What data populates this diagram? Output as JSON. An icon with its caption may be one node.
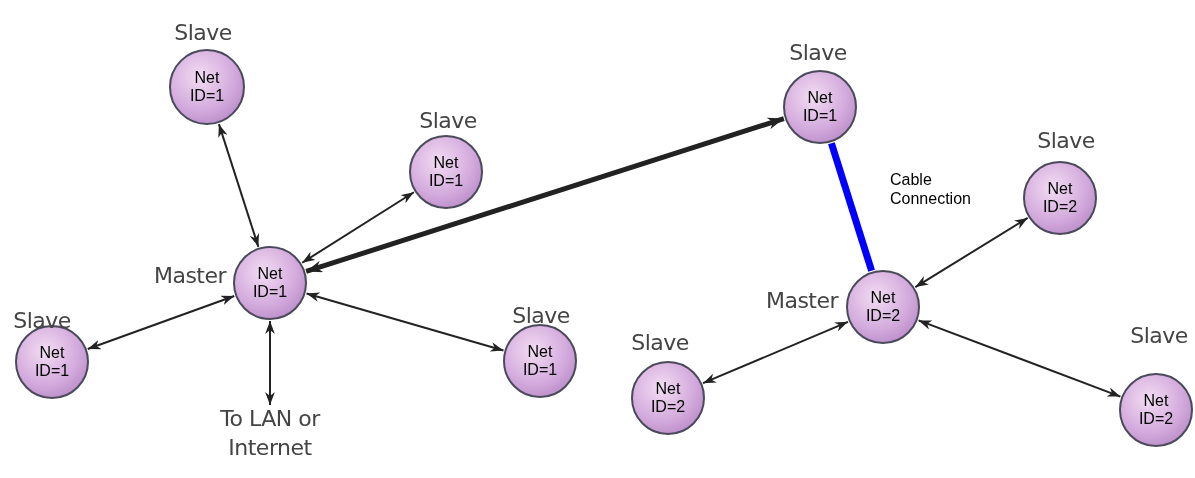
{
  "diagram": {
    "nodes": [
      {
        "text": [
          "Slave",
          "Net ID=1"
        ]
      },
      {
        "text": [
          "Slave",
          "Net ID=1"
        ]
      },
      {
        "text": [
          "Master",
          "Net ID=1"
        ]
      },
      {
        "text": [
          "Slave",
          "Net ID=1"
        ]
      },
      {
        "text": [
          "Slave",
          "Net ID=1"
        ]
      },
      {
        "text": [
          "To LAN or Internet"
        ]
      },
      {
        "text": [
          "Slave",
          "Net ID=1"
        ]
      },
      {
        "text": [
          "Slave",
          "Net ID=2"
        ]
      },
      {
        "text": [
          "Master",
          "Net ID=2"
        ]
      },
      {
        "text": [
          "Slave",
          "Net ID=2"
        ]
      },
      {
        "text": [
          "Slave",
          "Net ID=2"
        ]
      }
    ],
    "edges": [
      {
        "from": 0,
        "to": 2,
        "arrow": "both"
      },
      {
        "from": 1,
        "to": 2,
        "arrow": "both"
      },
      {
        "from": 3,
        "to": 2,
        "arrow": "both"
      },
      {
        "from": 4,
        "to": 2,
        "arrow": "both"
      },
      {
        "from": 2,
        "to": 5,
        "arrow": "both"
      },
      {
        "from": 2,
        "to": 6,
        "arrow": "both",
        "style": "thick"
      },
      {
        "from": 6,
        "to": 8,
        "arrow": "none",
        "label": "Cable Connection",
        "style": "thick",
        "color": "#0000ff"
      },
      {
        "from": 7,
        "to": 8,
        "arrow": "both"
      },
      {
        "from": 9,
        "to": 8,
        "arrow": "both"
      },
      {
        "from": 10,
        "to": 8,
        "arrow": "both"
      }
    ]
  }
}
